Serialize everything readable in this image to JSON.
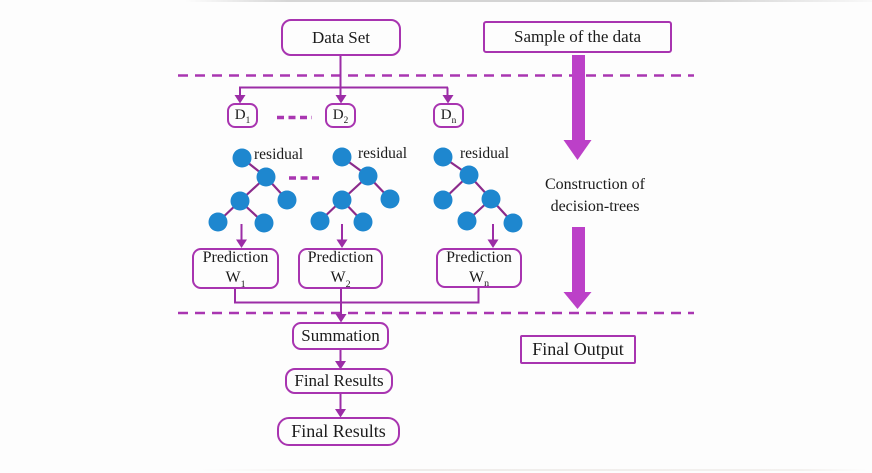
{
  "diagram": {
    "boxes": {
      "data_set": "Data Set",
      "sample": "Sample of the data"
    },
    "datasets": [
      {
        "base": "D",
        "sub": "1"
      },
      {
        "base": "D",
        "sub": "2"
      },
      {
        "base": "D",
        "sub": "n"
      }
    ],
    "tree_label": "residual",
    "predictions": [
      {
        "line1": "Prediction",
        "base": "W",
        "sub": "1"
      },
      {
        "line1": "Prediction",
        "base": "W",
        "sub": "2"
      },
      {
        "line1": "Prediction",
        "base": "W",
        "sub": "n"
      }
    ],
    "right_column": {
      "construction_line1": "Construction of",
      "construction_line2": "decision-trees",
      "final_output": "Final Output"
    },
    "bottom_flow": {
      "summation": "Summation",
      "final_results_1": "Final Results",
      "final_results_2": "Final Results"
    },
    "colors": {
      "box_border": "#a834b0",
      "connector": "#9c2da6",
      "tree_edge": "#8b2b8b",
      "node_fill": "#1e87cf",
      "thick_arrow": "#bc40c8",
      "dashed_line": "#a936b1",
      "text": "#1b1b1b"
    }
  }
}
